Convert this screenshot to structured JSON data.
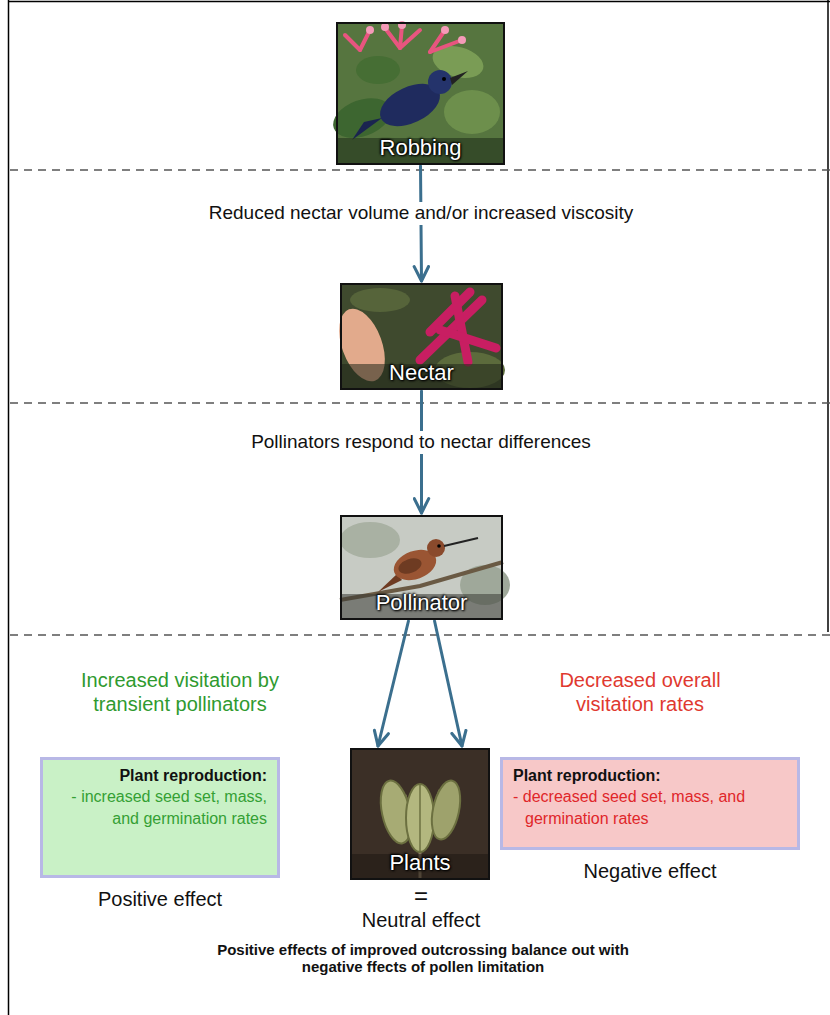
{
  "diagram": {
    "nodes": [
      {
        "text": [
          "Robbing"
        ]
      },
      {
        "text": [
          "Nectar"
        ]
      },
      {
        "text": [
          "Pollinator"
        ]
      },
      {
        "text": [
          "Plant reproduction:",
          "- increased seed set, mass, and germination rates",
          "Positive effect"
        ]
      },
      {
        "text": [
          "Plants"
        ]
      },
      {
        "text": [
          "Plant reproduction:",
          "- decreased seed set, mass, and germination rates",
          "Negative effect"
        ]
      }
    ],
    "edges": [
      {
        "from": 0,
        "to": 1,
        "label": "Reduced nectar volume and/or increased viscosity",
        "arrow": "to"
      },
      {
        "from": 1,
        "to": 2,
        "label": "Pollinators respond to nectar differences",
        "arrow": "to"
      },
      {
        "from": 2,
        "to": 4,
        "label": "Increased visitation by transient pollinators",
        "arrow": "to"
      },
      {
        "from": 2,
        "to": 4,
        "label": "Decreased overall visitation rates",
        "arrow": "to"
      }
    ],
    "labels": [
      "=",
      "Neutral effect",
      "Positive effects of improved outcrossing balance out with negative ffects of pollen limitation"
    ]
  }
}
